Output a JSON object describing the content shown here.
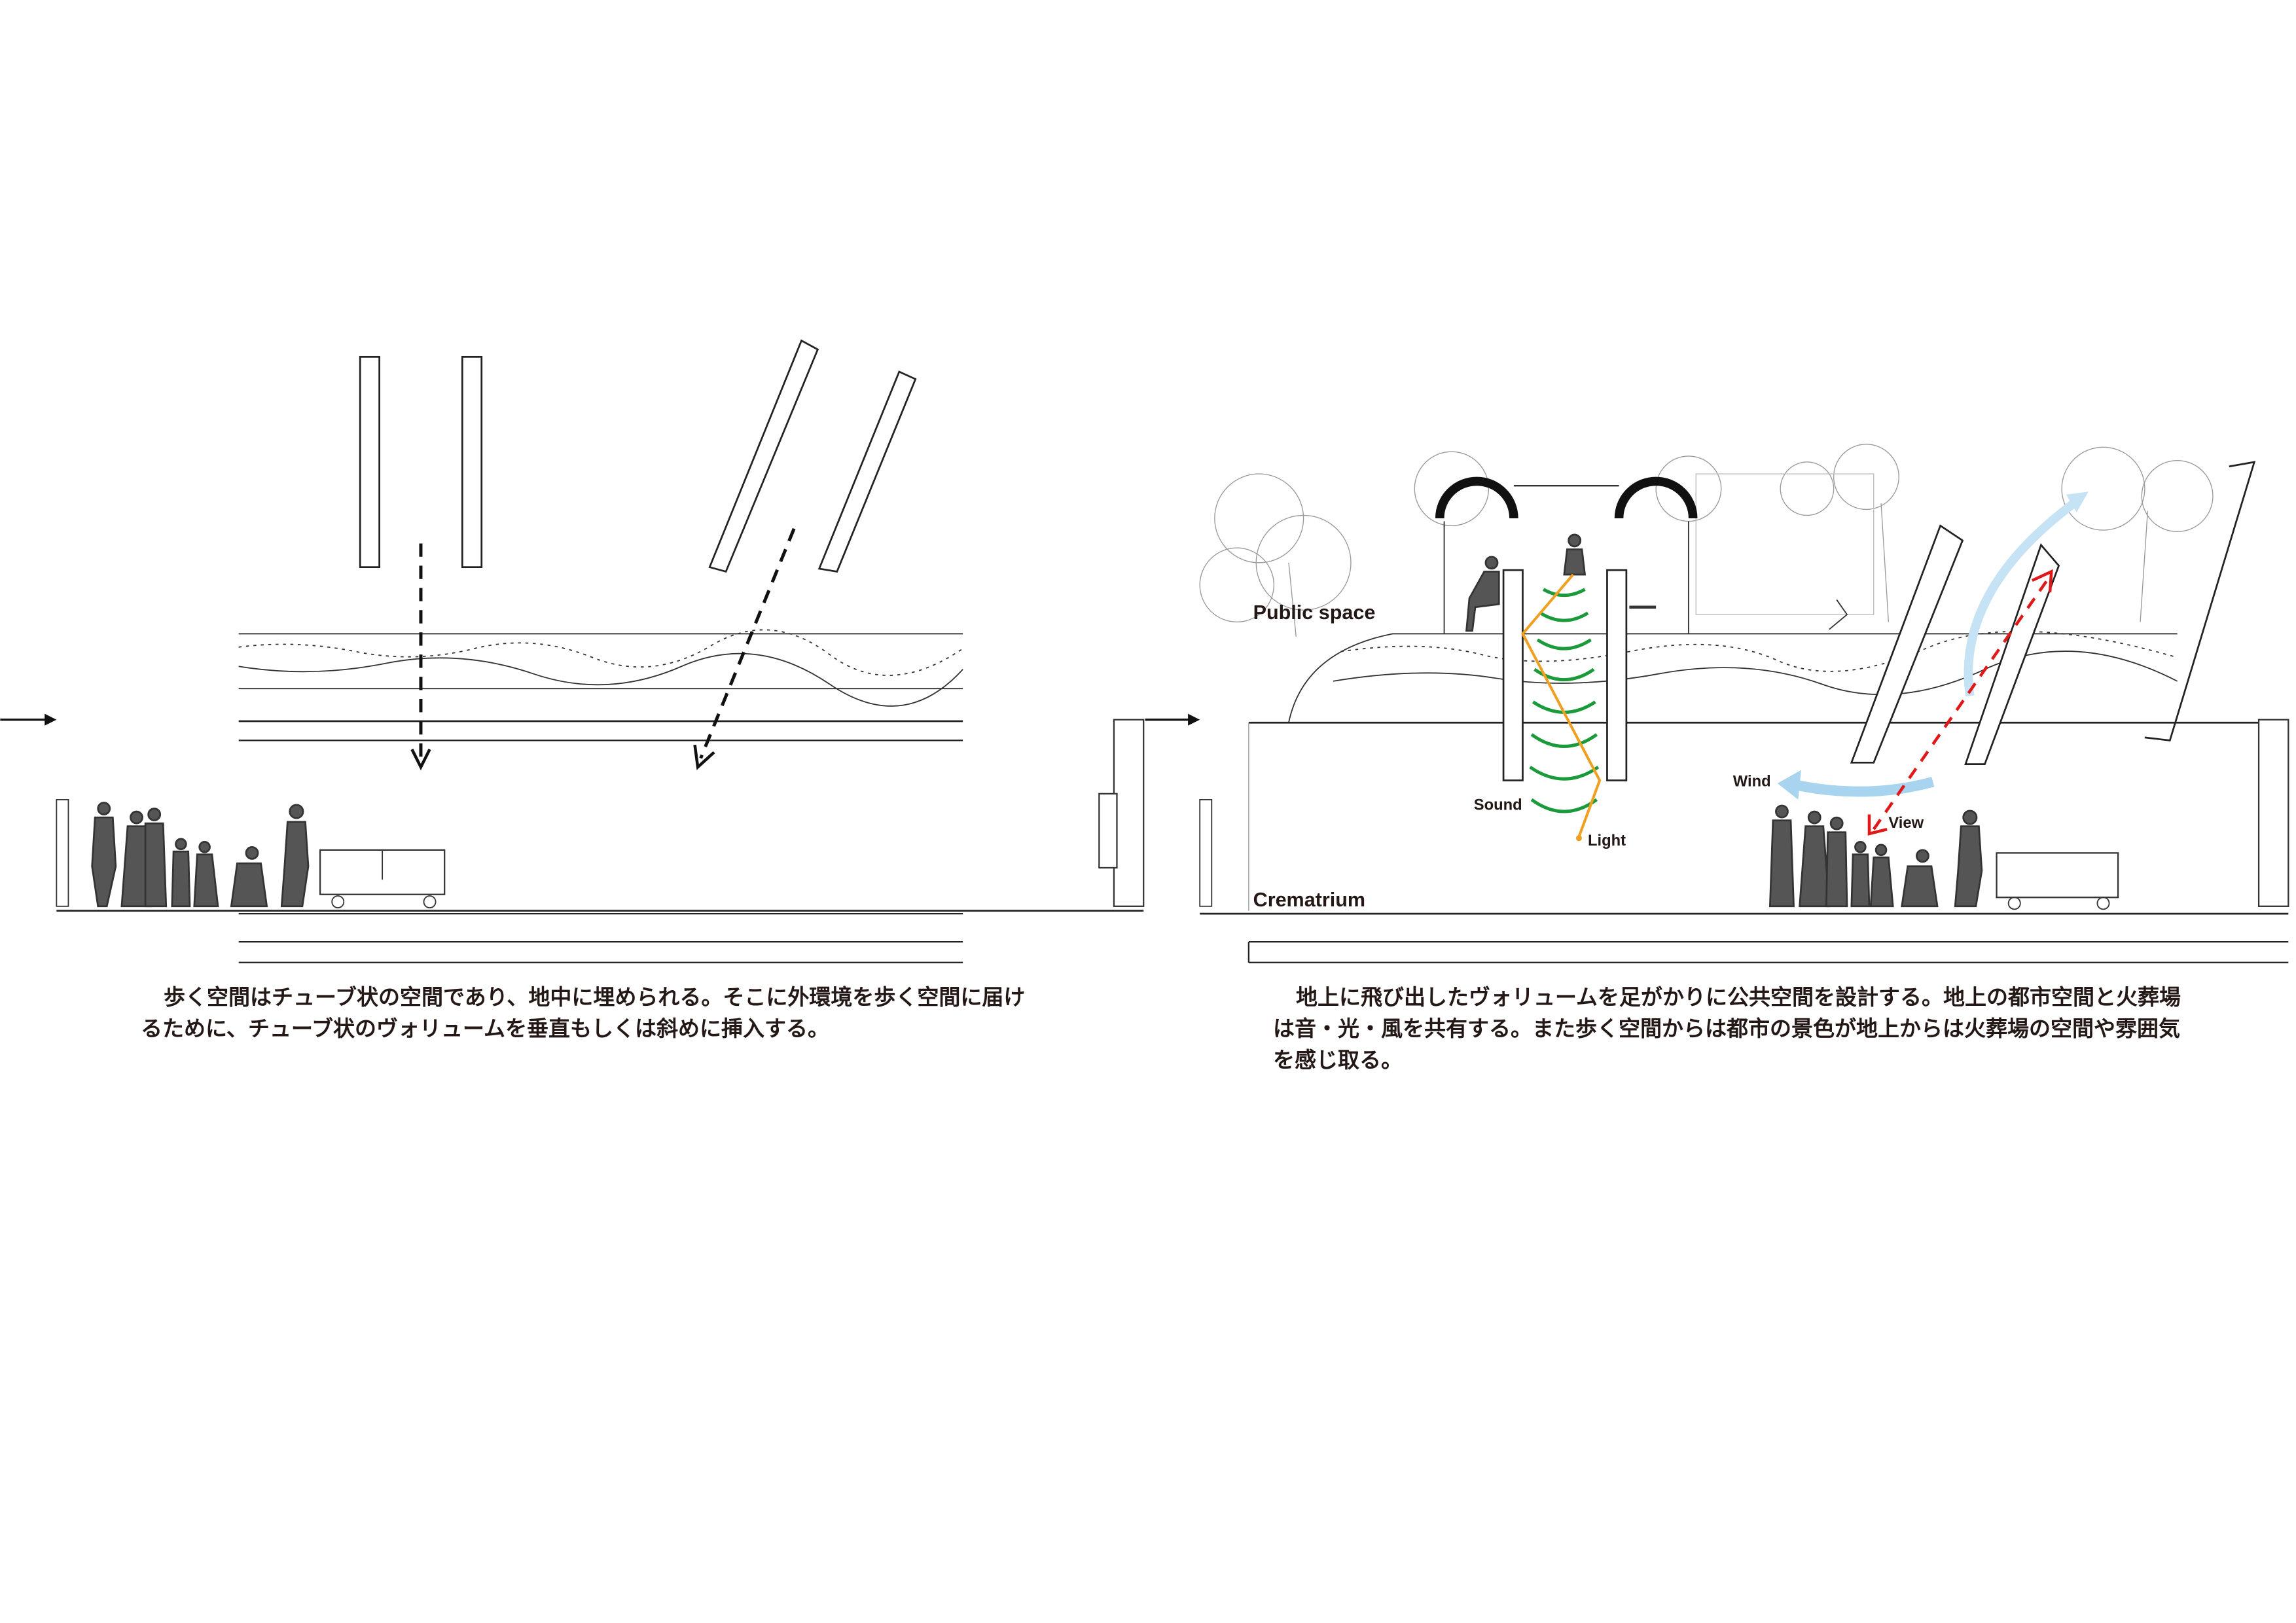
{
  "left_panel": {
    "caption_lines": [
      "歩く空間はチューブ状の空間であり、地中に埋められる。そこに外環境を歩く空間に届け",
      "るために、チューブ状のヴォリュームを垂直もしくは斜めに挿入する。"
    ]
  },
  "right_panel": {
    "labels": {
      "public_space": "Public space",
      "crematrium": "Crematrium",
      "sound": "Sound",
      "light": "Light",
      "wind": "Wind",
      "view": "View"
    },
    "caption_lines": [
      "地上に飛び出したヴォリュームを足がかりに公共空間を設計する。地上の都市空間と火葬場",
      "は音・光・風を共有する。また歩く空間からは都市の景色が地上からは火葬場の空間や雰囲気",
      "を感じ取る。"
    ]
  },
  "colors": {
    "sound": "#1a9a3a",
    "light": "#f0a020",
    "view": "#e01818",
    "wind": "#a8d4f0"
  }
}
